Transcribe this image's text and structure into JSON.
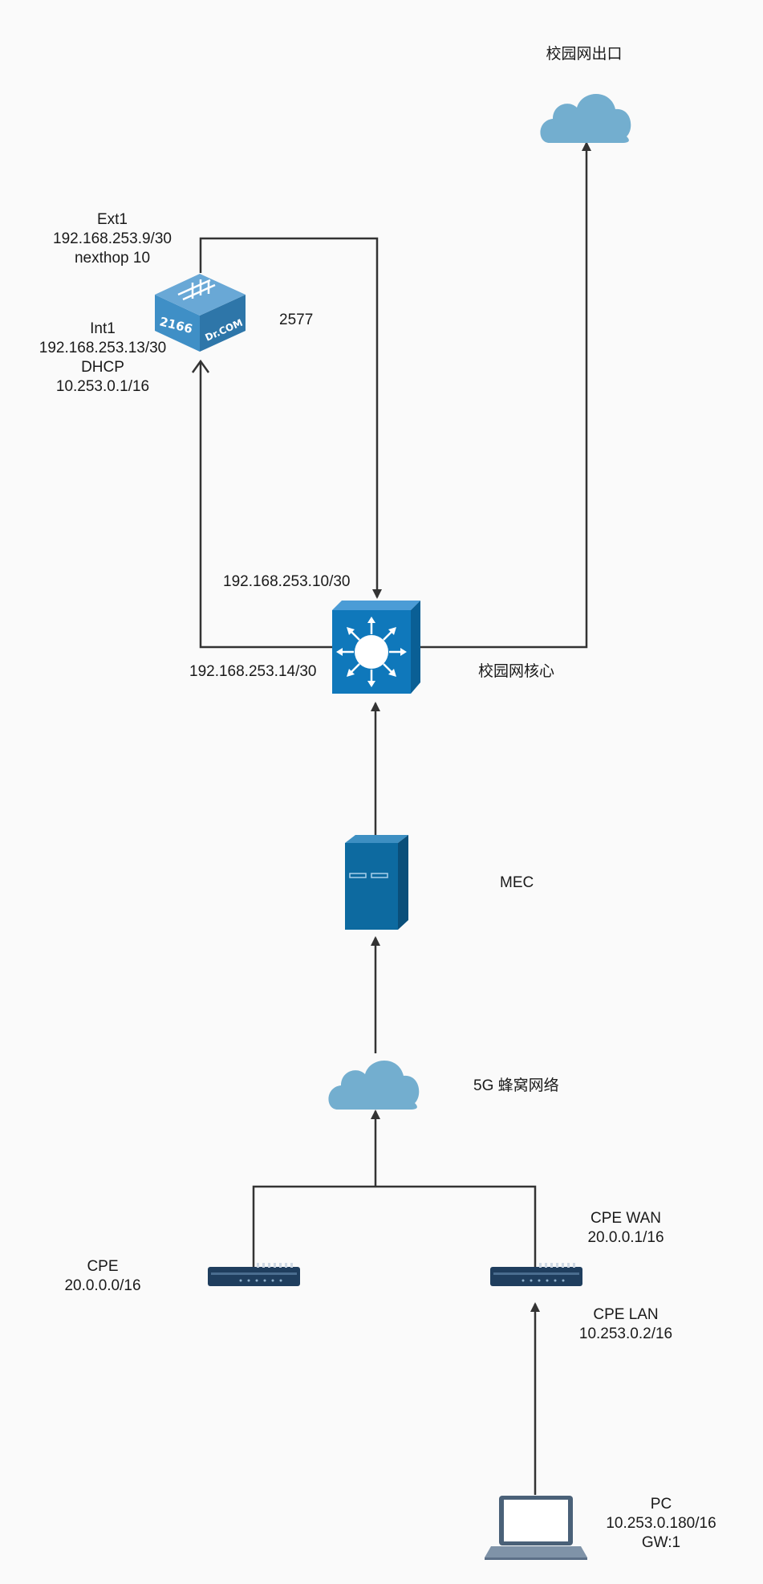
{
  "nodes": {
    "campus_exit": {
      "label": "校园网出口",
      "icon": "cloud-icon"
    },
    "drcom": {
      "icon_text_number": "2166",
      "icon_text_brand": "Dr.COM",
      "port": "2577",
      "ext": [
        "Ext1",
        "192.168.253.9/30",
        "nexthop 10"
      ],
      "int": [
        "Int1",
        "192.168.253.13/30",
        "DHCP",
        "10.253.0.1/16"
      ]
    },
    "core": {
      "label": "校园网核心",
      "ip_top": "192.168.253.10/30",
      "ip_left": "192.168.253.14/30"
    },
    "mec": {
      "label": "MEC"
    },
    "cellular": {
      "label": "5G 蜂窝网络"
    },
    "cpe_left": {
      "lines": [
        "CPE",
        "20.0.0.0/16"
      ]
    },
    "cpe_right": {
      "wan": [
        "CPE WAN",
        "20.0.0.1/16"
      ],
      "lan": [
        "CPE LAN",
        "10.253.0.2/16"
      ]
    },
    "pc": {
      "lines": [
        "PC",
        "10.253.0.180/16",
        "GW:1"
      ]
    }
  },
  "colors": {
    "cloud": "#73aecf",
    "device_blue": "#0f78bb",
    "drcom_blue": "#3f8fc6",
    "server_blue": "#0d6aa0",
    "router_dark": "#1f3e5e",
    "edge": "#333333"
  }
}
